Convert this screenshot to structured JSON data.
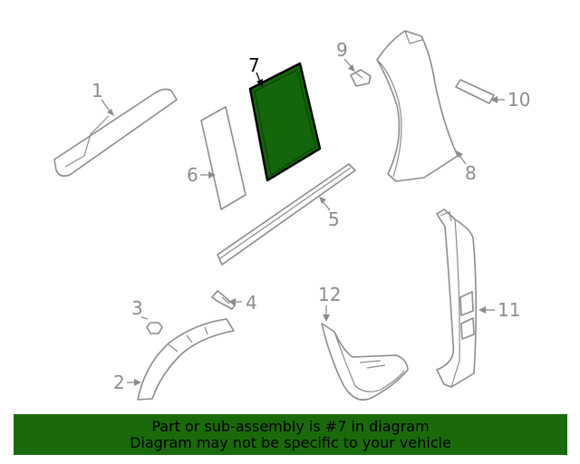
{
  "callouts": {
    "c1": "1",
    "c2": "2",
    "c3": "3",
    "c4": "4",
    "c5": "5",
    "c6": "6",
    "c7": "7",
    "c8": "8",
    "c9": "9",
    "c10": "10",
    "c11": "11",
    "c12": "12"
  },
  "highlighted_part": "7",
  "colors": {
    "highlight_fill": "#136609",
    "banner_bg": "#1a6a0a",
    "line_gray": "#8c8c8c"
  },
  "banner": {
    "line1": "Part or sub-assembly is #7 in diagram",
    "line2": "Diagram may not be specific to your vehicle"
  }
}
